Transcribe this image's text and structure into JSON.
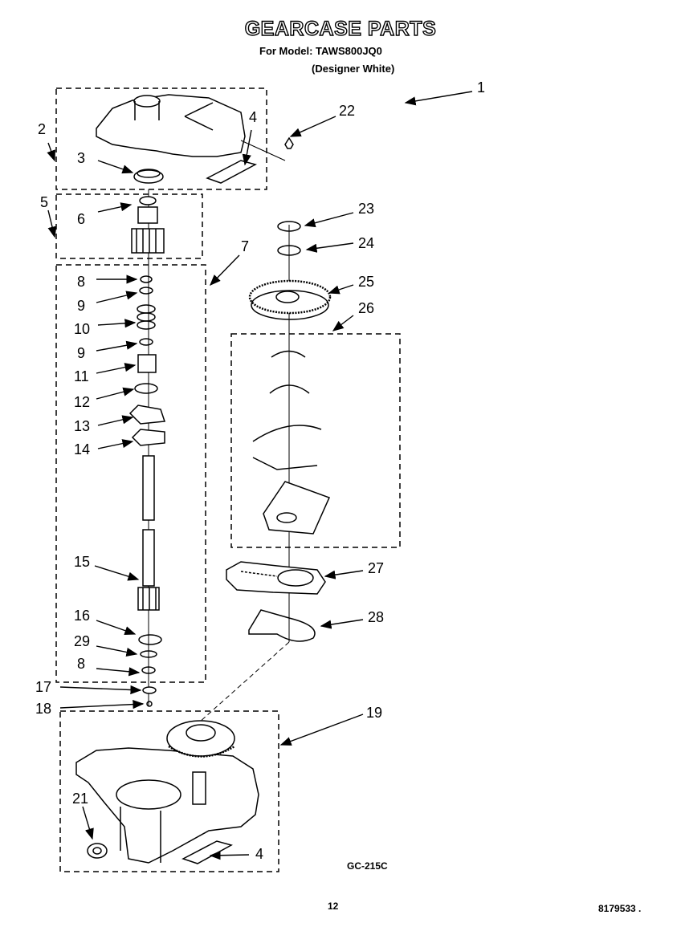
{
  "header": {
    "title": "GEARCASE PARTS",
    "model_line": "For Model: TAWS800JQ0",
    "color_line": "(Designer White)"
  },
  "callouts": [
    "1",
    "2",
    "3",
    "4",
    "5",
    "6",
    "7",
    "8",
    "9",
    "10",
    "9",
    "11",
    "12",
    "13",
    "14",
    "15",
    "16",
    "29",
    "8",
    "17",
    "18",
    "19",
    "21",
    "4",
    "22",
    "23",
    "24",
    "25",
    "26",
    "27",
    "28"
  ],
  "footer": {
    "diagram_code": "GC-215C",
    "page_number": "12",
    "doc_number": "8179533 ."
  }
}
